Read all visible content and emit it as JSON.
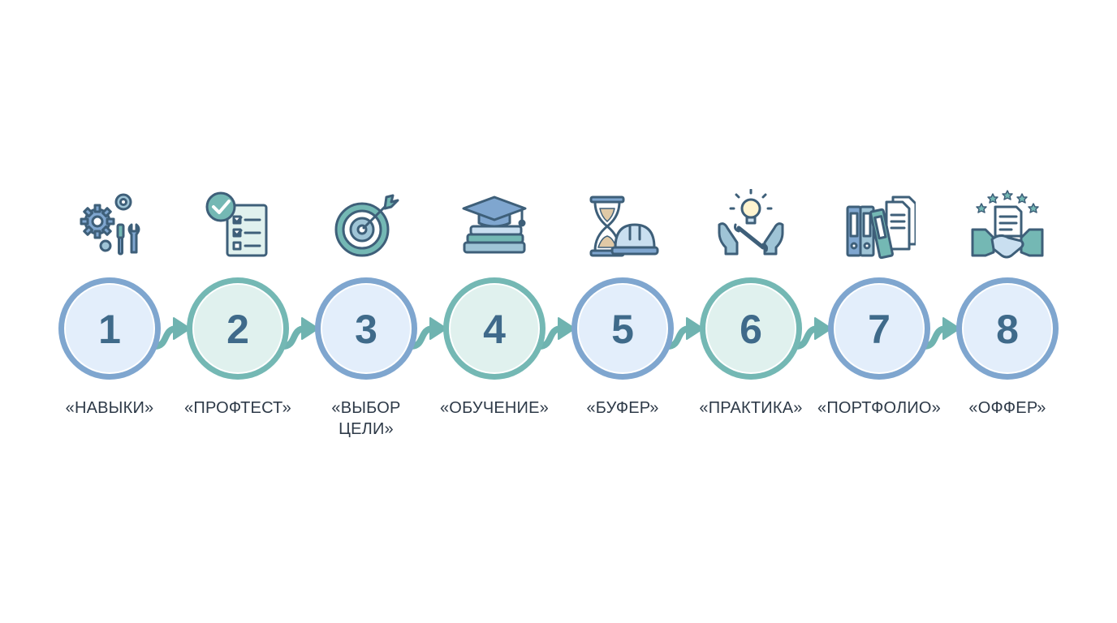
{
  "colors": {
    "blue_ring": "#7fa6cf",
    "blue_fill": "#e3eefb",
    "teal_ring": "#74b8b4",
    "teal_fill": "#e0f1ee",
    "arrow": "#6fb3b0",
    "number": "#3f6a8a",
    "label": "#2e3a48",
    "icon_stroke": "#3e5f79"
  },
  "steps": [
    {
      "number": "1",
      "label": "«НАВЫКИ»",
      "icon": "gears-tools-icon",
      "tone": "blue"
    },
    {
      "number": "2",
      "label": "«ПРОФТЕСТ»",
      "icon": "checklist-icon",
      "tone": "teal"
    },
    {
      "number": "3",
      "label": "«ВЫБОР ЦЕЛИ»",
      "icon": "target-icon",
      "tone": "blue"
    },
    {
      "number": "4",
      "label": "«ОБУЧЕНИЕ»",
      "icon": "graduation-cap-books-icon",
      "tone": "teal"
    },
    {
      "number": "5",
      "label": "«БУФЕР»",
      "icon": "hourglass-hardhat-icon",
      "tone": "blue"
    },
    {
      "number": "6",
      "label": "«ПРАКТИКА»",
      "icon": "lightbulb-hands-icon",
      "tone": "teal"
    },
    {
      "number": "7",
      "label": "«ПОРТФОЛИО»",
      "icon": "binders-documents-icon",
      "tone": "blue"
    },
    {
      "number": "8",
      "label": "«ОФФЕР»",
      "icon": "handshake-stars-icon",
      "tone": "blue"
    }
  ]
}
